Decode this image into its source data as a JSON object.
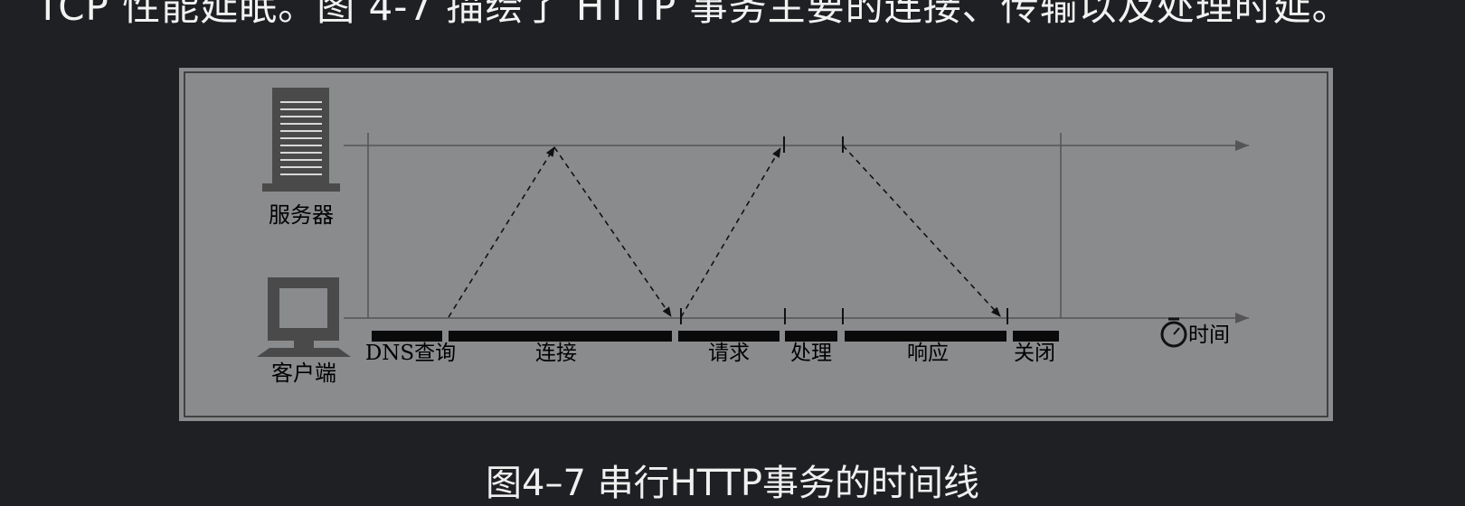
{
  "top_text": "TCP 性能延眠。图 4-7 描绘了 HTTP 事务主要的连接、传输以及处理时延。",
  "figure": {
    "server_label": "服务器",
    "client_label": "客户端",
    "time_label": "时间",
    "phases": [
      {
        "label": "DNS查询"
      },
      {
        "label": "连接"
      },
      {
        "label": "请求"
      },
      {
        "label": "处理"
      },
      {
        "label": "响应"
      },
      {
        "label": "关闭"
      }
    ]
  },
  "caption": "图4–7 串行HTTP事务的时间线"
}
